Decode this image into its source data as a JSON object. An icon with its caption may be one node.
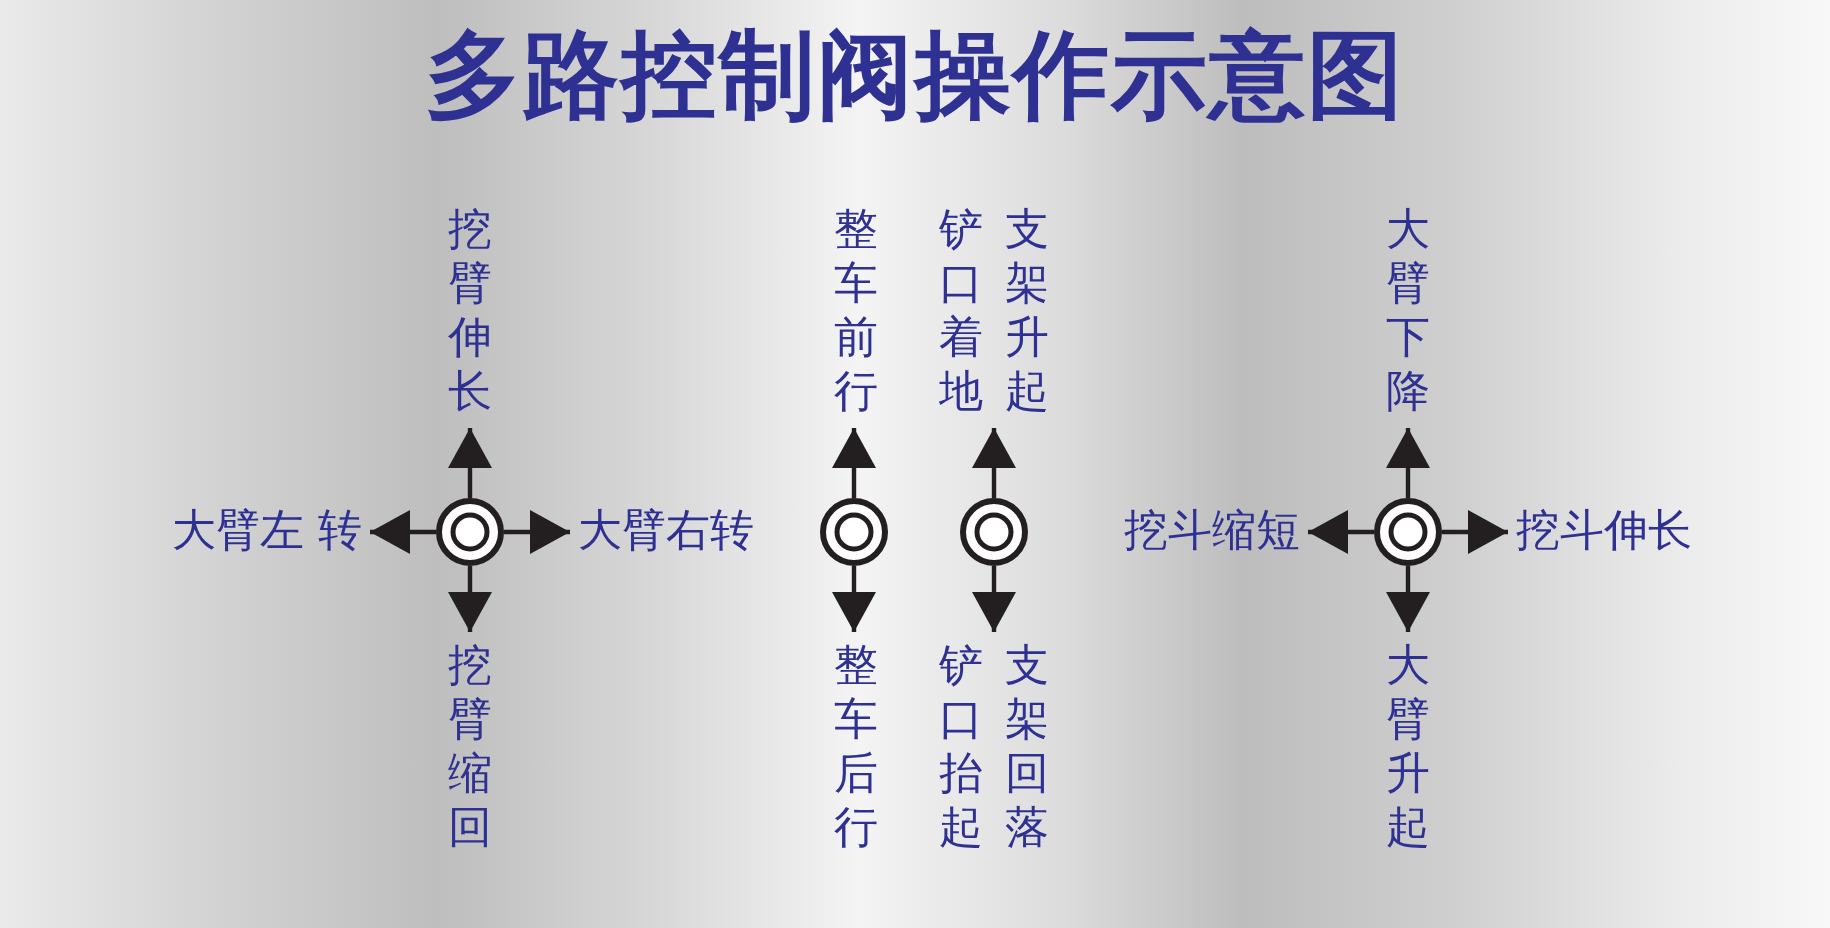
{
  "diagram": {
    "title": "多路控制阀操作示意图",
    "nodes": [
      {
        "text": [
          "挖臂伸长"
        ]
      },
      {
        "text": [
          "整车前行"
        ]
      },
      {
        "text": [
          "铲口着地",
          "支架升起"
        ]
      },
      {
        "text": [
          "大臂下降"
        ]
      },
      {
        "text": [
          "大臂左 转"
        ]
      },
      {
        "text": [],
        "shape": "circle"
      },
      {
        "text": [
          "大臂右转"
        ]
      },
      {
        "text": [],
        "shape": "circle"
      },
      {
        "text": [],
        "shape": "circle"
      },
      {
        "text": [
          "挖斗缩短"
        ]
      },
      {
        "text": [],
        "shape": "circle"
      },
      {
        "text": [
          "挖斗伸长"
        ]
      },
      {
        "text": [
          "挖臂缩回"
        ]
      },
      {
        "text": [
          "整车后行"
        ]
      },
      {
        "text": [
          "铲口抬起",
          "支架回落"
        ]
      },
      {
        "text": [
          "大臂升起"
        ]
      }
    ],
    "edges": [
      {
        "from": 5,
        "to": 0,
        "arrow": "to"
      },
      {
        "from": 5,
        "to": 4,
        "arrow": "to"
      },
      {
        "from": 5,
        "to": 6,
        "arrow": "to"
      },
      {
        "from": 5,
        "to": 12,
        "arrow": "to"
      },
      {
        "from": 7,
        "to": 1,
        "arrow": "to"
      },
      {
        "from": 7,
        "to": 13,
        "arrow": "to"
      },
      {
        "from": 8,
        "to": 2,
        "arrow": "to"
      },
      {
        "from": 8,
        "to": 14,
        "arrow": "to"
      },
      {
        "from": 10,
        "to": 3,
        "arrow": "to"
      },
      {
        "from": 10,
        "to": 9,
        "arrow": "to"
      },
      {
        "from": 10,
        "to": 11,
        "arrow": "to"
      },
      {
        "from": 10,
        "to": 15,
        "arrow": "to"
      }
    ]
  }
}
